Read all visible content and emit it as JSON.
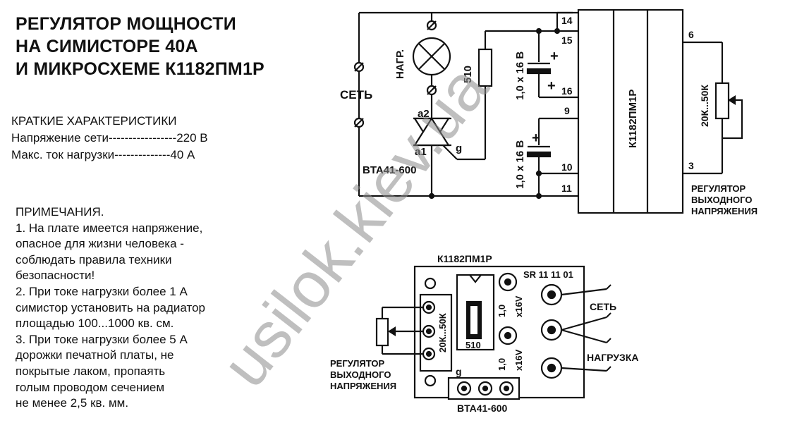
{
  "title": {
    "line1": "РЕГУЛЯТОР МОЩНОСТИ",
    "line2": "НА СИМИСТОРЕ 40А",
    "line3": "И МИКРОСХЕМЕ К1182ПМ1Р"
  },
  "specs": {
    "heading": "КРАТКИЕ ХАРАКТЕРИСТИКИ",
    "voltage": "Напряжение сети-----------------220 В",
    "current": "Макс. ток нагрузки--------------40 А"
  },
  "notes": {
    "heading": "ПРИМЕЧАНИЯ.",
    "lines": [
      "1. На плате имеется напряжение,",
      "опасное для жизни человека -",
      "соблюдать правила техники",
      "безопасности!",
      "2. При токе нагрузки более 1 А",
      "симистор установить на радиатор",
      "площадью 100...1000 кв. см.",
      "3. При токе нагрузки более 5 А",
      "дорожки печатной платы, не",
      "покрытые лаком, пропаять",
      "голым проводом сечением",
      "не менее 2,5 кв. мм."
    ]
  },
  "schematic": {
    "mains_label": "СЕТЬ",
    "load_label": "НАГР.",
    "resistor_label": "510",
    "cap1_label": "1,0 x 16 В",
    "cap2_label": "1,0 x 16 В",
    "triac_a2": "a2",
    "triac_a1": "a1",
    "triac_g": "g",
    "triac_part": "BTA41-600",
    "ic_label": "К1182ПМ1Р",
    "pins": {
      "p14": "14",
      "p15": "15",
      "p16": "16",
      "p9": "9",
      "p10": "10",
      "p11": "11",
      "p6": "6",
      "p3": "3"
    },
    "pot_label": "20К...50К",
    "regulator_label": [
      "РЕГУЛЯТОР",
      "ВЫХОДНОГО",
      "НАПРЯЖЕНИЯ"
    ]
  },
  "board": {
    "ic_label": "К1182ПМ1Р",
    "code": "SR 11 11 01",
    "pot_label": "20К...50К",
    "resistor_label": "510",
    "cap_top_label1": "1,0",
    "cap_top_label2": "x16V",
    "cap_bottom_label1": "1,0",
    "cap_bottom_label2": "x16V",
    "mains_label": "СЕТЬ",
    "load_label": "НАГРУЗКА",
    "gate_label": "g",
    "triac_part": "BTA41-600",
    "regulator_label": [
      "РЕГУЛЯТОР",
      "ВЫХОДНОГО",
      "НАПРЯЖЕНИЯ"
    ]
  },
  "watermark": "usilok.kiev.ua"
}
